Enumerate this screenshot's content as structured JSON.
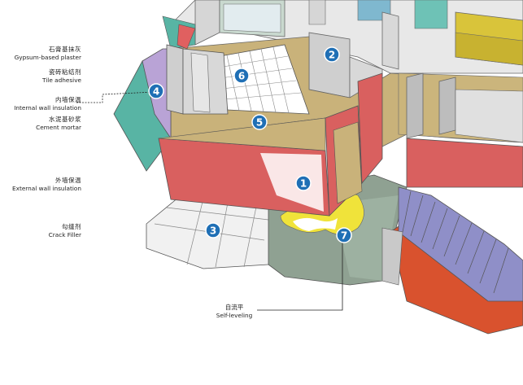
{
  "labels": [
    {
      "zh": "石膏基抹灰",
      "en": "Gypsum-based plaster"
    },
    {
      "zh": "瓷砖粘结剂",
      "en": "Tile adhesive"
    },
    {
      "zh": "内墙保温",
      "en": "Internal wall insulation"
    },
    {
      "zh": "水泥基砂浆",
      "en": "Cement mortar"
    },
    {
      "zh": "外墙保温",
      "en": "External wall insulation"
    },
    {
      "zh": "勾缝剂",
      "en": "Crack Filler"
    },
    {
      "zh": "自流平",
      "en": "Self-leveling"
    }
  ],
  "markers": [
    "1",
    "2",
    "3",
    "4",
    "5",
    "6",
    "7"
  ],
  "colors": {
    "marker_fill": "#1f6fb5",
    "exterior_wall": "#d9605f",
    "interior_insulation": "#b9a3d6",
    "screed_floor": "#c9b27a",
    "self_leveling": "#f0e33a",
    "stairs": "#8f8fc8",
    "sofa": "#d9c43a",
    "teal_wall": "#58b4a4"
  }
}
